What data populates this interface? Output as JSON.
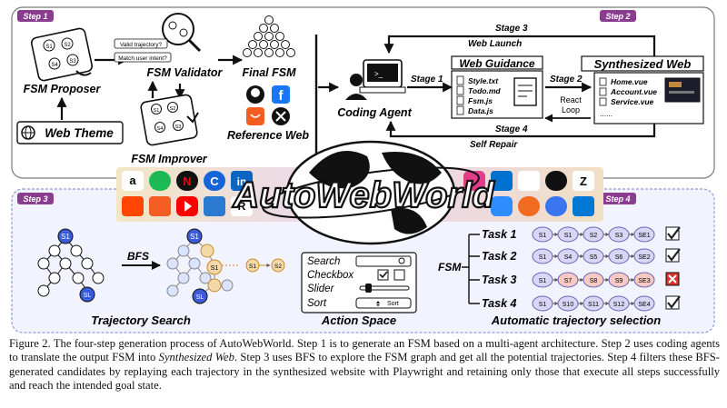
{
  "step_badges": [
    "Step 1",
    "Step 2",
    "Step 3",
    "Step 4"
  ],
  "step1": {
    "fsm_proposer": "FSM Proposer",
    "fsm_validator": "FSM Validator",
    "final_fsm": "Final FSM",
    "fsm_improver": "FSM Improver",
    "web_theme": "Web Theme",
    "reference_web": "Reference Web",
    "validator_questions": [
      "Valid trajectory?",
      "Match user intent?"
    ],
    "node_labels": [
      "S1",
      "S2",
      "S3",
      "S4"
    ]
  },
  "step2": {
    "coding_agent": "Coding Agent",
    "stage1": "Stage 1",
    "stage2": "Stage 2",
    "stage3": "Stage 3",
    "stage4": "Stage 4",
    "web_launch": "Web Launch",
    "self_repair": "Self Repair",
    "web_guidance": "Web Guidance",
    "guidance_files": [
      "Style.txt",
      "Todo.md",
      "Fsm.js",
      "Data.js"
    ],
    "react_loop": [
      "React",
      "Loop"
    ],
    "synthesized_web": "Synthesized Web",
    "web_files": [
      "Home.vue",
      "Account.vue",
      "Service.vue",
      "......"
    ]
  },
  "banner": {
    "title": "AutoWebWorld"
  },
  "step3": {
    "bfs": "BFS",
    "trajectory_search": "Trajectory Search",
    "action_space": "Action Space",
    "actions": [
      "Search",
      "Checkbox",
      "Slider",
      "Sort"
    ],
    "sort_button": "Sort",
    "tree_nodes": {
      "s1": "S1",
      "sl": "SL"
    }
  },
  "step4": {
    "fsm_label": "FSM",
    "automatic_selection": "Automatic trajectory selection",
    "tasks": [
      {
        "label": "Task 1",
        "nodes": [
          "S1",
          "S1",
          "S2",
          "S3",
          "SE1"
        ],
        "result": "check"
      },
      {
        "label": "Task 2",
        "nodes": [
          "S1",
          "S4",
          "S5",
          "S6",
          "SE2"
        ],
        "result": "check"
      },
      {
        "label": "Task 3",
        "nodes": [
          "S1",
          "S7",
          "S8",
          "S9",
          "SE3"
        ],
        "result": "cross"
      },
      {
        "label": "Task 4",
        "nodes": [
          "S1",
          "S10",
          "S11",
          "S12",
          "SE4"
        ],
        "result": "check"
      }
    ]
  },
  "logos": [
    "amazon-icon",
    "spotify-icon",
    "netflix-icon",
    "c-icon",
    "linkedin-icon",
    "walmart-icon",
    "slack-icon",
    "zendesk-icon",
    "reddit-icon",
    "aliexpress-icon",
    "youtube-icon",
    "database-icon",
    "revolut-icon",
    "zoom-icon",
    "craft-icon",
    "signal-icon",
    "outlook-icon",
    "github-icon",
    "facebook-icon",
    "x-icon"
  ],
  "colors": {
    "step_badge": "#8a3c8f",
    "node_blue": "#3b5bdb",
    "node_light": "#dbe4ff",
    "node_orange": "#f4d9a8",
    "task_node": "#d9d6f5",
    "check": "#222222",
    "cross": "#d9342b"
  },
  "caption": {
    "part1": "Figure 2. The four-step generation process of AutoWebWorld. Step 1 is to generate an FSM based on a multi-agent architecture. Step 2 uses coding agents to translate the output FSM into ",
    "italic": "Synthesized Web",
    "part2": ". Step 3 uses BFS to explore the FSM graph and get all the potential trajectories. Step 4 filters these BFS-generated candidates by replaying each trajectory in the synthesized website with Playwright and retaining only those that execute all steps successfully and reach the intended goal state."
  }
}
